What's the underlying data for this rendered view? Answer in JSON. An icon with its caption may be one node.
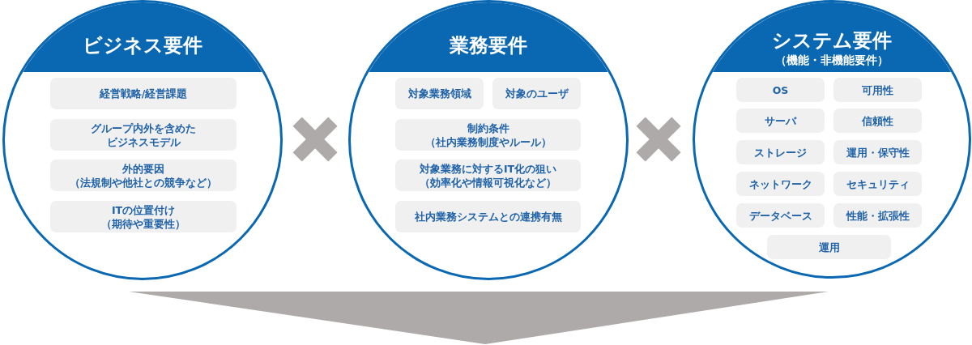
{
  "diagram": {
    "nodes": [
      {
        "text": [
          "ビジネス要件"
        ]
      },
      {
        "text": [
          "経営戦略/経営課題"
        ],
        "in": 0
      },
      {
        "text": [
          "グループ内外を含めたビジネスモデル"
        ],
        "in": 0
      },
      {
        "text": [
          "外的要因（法規制や他社との競争など）"
        ],
        "in": 0
      },
      {
        "text": [
          "ITの位置付け（期待や重要性）"
        ],
        "in": 0
      },
      {
        "text": [
          "業務要件"
        ]
      },
      {
        "text": [
          "対象業務領域"
        ],
        "in": 5
      },
      {
        "text": [
          "対象のユーザ"
        ],
        "in": 5
      },
      {
        "text": [
          "制約条件（社内業務制度やルール）"
        ],
        "in": 5
      },
      {
        "text": [
          "対象業務に対するIT化の狙い（効率化や情報可視化など）"
        ],
        "in": 5
      },
      {
        "text": [
          "社内業務システムとの連携有無"
        ],
        "in": 5
      },
      {
        "text": [
          "システム要件",
          "（機能・非機能要件）"
        ]
      },
      {
        "text": [
          "OS"
        ],
        "in": 11
      },
      {
        "text": [
          "可用性"
        ],
        "in": 11
      },
      {
        "text": [
          "サーバ"
        ],
        "in": 11
      },
      {
        "text": [
          "信頼性"
        ],
        "in": 11
      },
      {
        "text": [
          "ストレージ"
        ],
        "in": 11
      },
      {
        "text": [
          "運用・保守性"
        ],
        "in": 11
      },
      {
        "text": [
          "ネットワーク"
        ],
        "in": 11
      },
      {
        "text": [
          "セキュリティ"
        ],
        "in": 11
      },
      {
        "text": [
          "データベース"
        ],
        "in": 11
      },
      {
        "text": [
          "性能・拡張性"
        ],
        "in": 11
      },
      {
        "text": [
          "運用"
        ],
        "in": 11
      }
    ]
  }
}
